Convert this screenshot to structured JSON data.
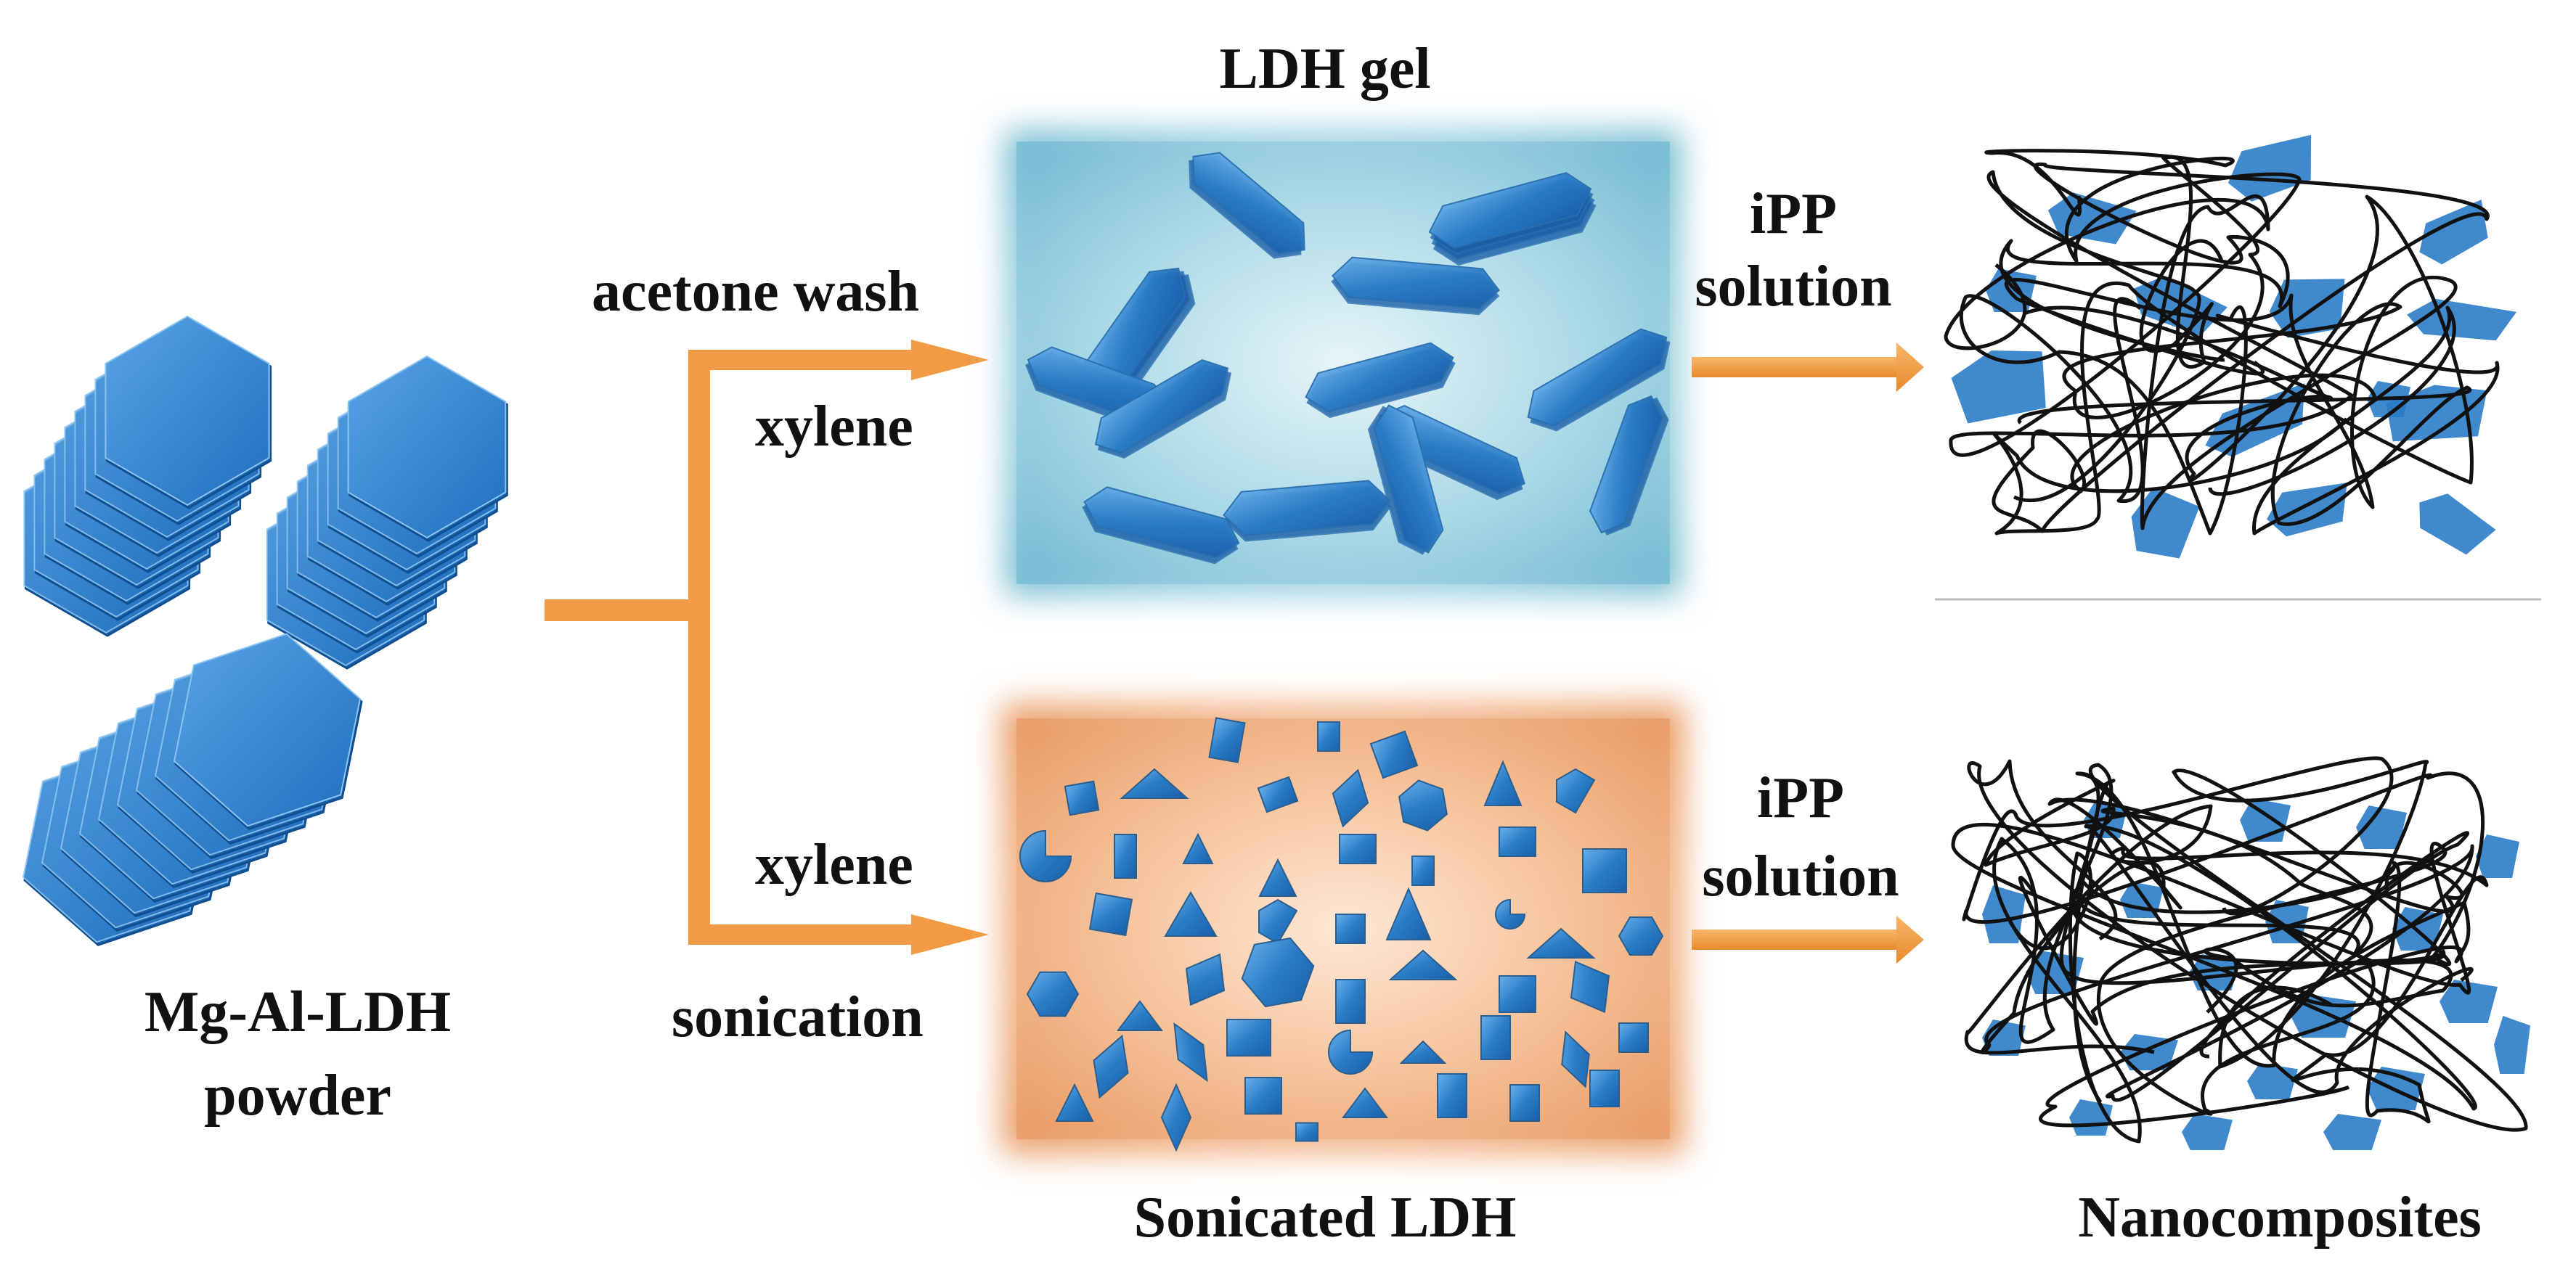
{
  "labels": {
    "powder": [
      "Mg-Al-LDH",
      "powder"
    ],
    "gel_title": "LDH gel",
    "upper_branch_top": "acetone wash",
    "upper_branch_bottom": "xylene",
    "lower_branch_top": "xylene",
    "lower_branch_bottom": "sonication",
    "ipp_upper": [
      "iPP",
      "solution"
    ],
    "ipp_lower": [
      "iPP",
      "solution"
    ],
    "sonicated_title": "Sonicated LDH",
    "nanocomposites_title": "Nanocomposites"
  },
  "colors": {
    "platelet_blue": "#2a7cc7",
    "arrow_orange": "#f0a04b",
    "gel_background": "#8cc8da",
    "sonicated_background": "#f2b07c",
    "polymer_line": "#111111"
  },
  "icons": [
    "hexagonal-platelet-stack-icon",
    "orange-arrow-icon",
    "polymer-chain-network-icon"
  ]
}
